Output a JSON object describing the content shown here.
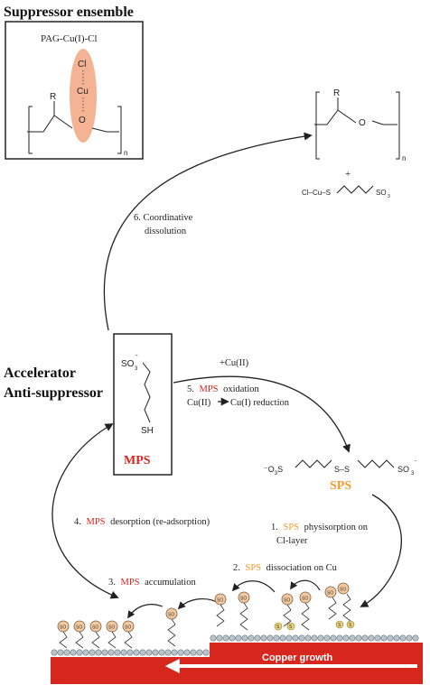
{
  "headers": {
    "suppressor": "Suppressor ensemble",
    "accelerator_line1": "Accelerator",
    "accelerator_line2": "Anti-suppressor"
  },
  "complex": {
    "formula": "PAG-Cu(I)-Cl",
    "cl": "Cl",
    "cu": "Cu",
    "o": "O",
    "r": "R",
    "n": "n"
  },
  "products": {
    "r": "R",
    "o": "O",
    "n": "n",
    "plus": "+",
    "cucl_part1": "Cl–Cu–S",
    "cucl_part2": "SO",
    "cucl_sub": "3"
  },
  "mps_box": {
    "so3": "SO",
    "so3_sub": "3",
    "so3_sup": "-",
    "sh": "SH",
    "label": "MPS"
  },
  "sps_molecule": {
    "left": "O",
    "left_sub": "3",
    "left_s": "S",
    "ss": "S–S",
    "right": "SO",
    "right_sub": "3",
    "label": "SPS"
  },
  "steps": {
    "s6_line1": "6. Coordinative",
    "s6_line2": "dissolution",
    "s5_plus": "+Cu(II)",
    "s5_num": "5.",
    "s5_mps": "MPS",
    "s5_rest": "oxidation",
    "s5_line2a": "Cu(II)",
    "s5_line2b": "Cu(I) reduction",
    "s4_num": "4.",
    "s4_mps": "MPS",
    "s4_rest": "desorption (re-adsorption)",
    "s1_num": "1.",
    "s1_sps": "SPS",
    "s1_rest": "physisorption on",
    "s1_line2": "Cl-layer",
    "s2_num": "2.",
    "s2_sps": "SPS",
    "s2_rest": "dissociation on Cu",
    "s3_num": "3.",
    "s3_mps": "MPS",
    "s3_rest": "accumulation"
  },
  "substrate": {
    "label": "Copper growth",
    "so3_text": "SO",
    "s_text": "S"
  },
  "colors": {
    "copper": "#d6261e",
    "orange": "#f29a2e",
    "ellipse": "#f4b494",
    "bead": "#f2c9a0",
    "bead_stroke": "#7a5a3a",
    "chloride": "#b9c4cc",
    "text": "#222222"
  },
  "icons": [
    "right-arrow-icon",
    "curved-arrow-icon"
  ]
}
